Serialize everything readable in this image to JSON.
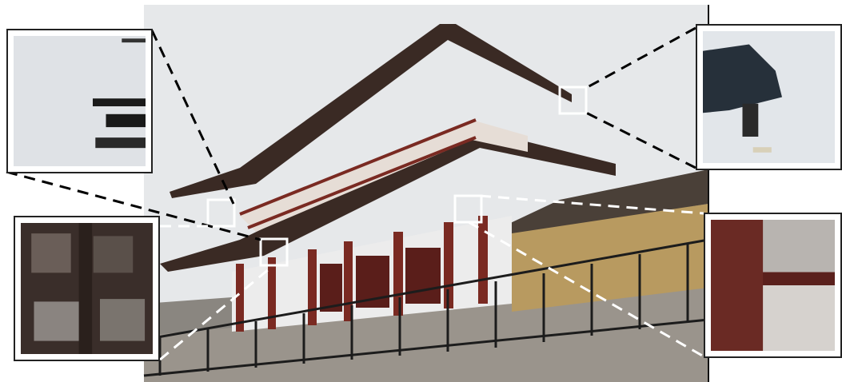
{
  "figure": {
    "kind": "photo-with-zoom-insets",
    "subject": "temple-gate",
    "colors": {
      "sky": "#e6e8ea",
      "roof": "#3a2a24",
      "beam_red": "#7a2a22",
      "wall_white": "#ececec",
      "yellow_wall": "#b89a60",
      "ground": "#9a948c",
      "fence": "#1c1c1c",
      "leader_line": "#000000",
      "leader_line_light": "#ffffff",
      "box_stroke": "#ffffff"
    },
    "insets": [
      {
        "id": "top-left",
        "icon": "zoom-inset"
      },
      {
        "id": "bottom-left",
        "icon": "zoom-inset"
      },
      {
        "id": "top-right",
        "icon": "zoom-inset"
      },
      {
        "id": "bottom-right",
        "icon": "zoom-inset"
      }
    ]
  }
}
